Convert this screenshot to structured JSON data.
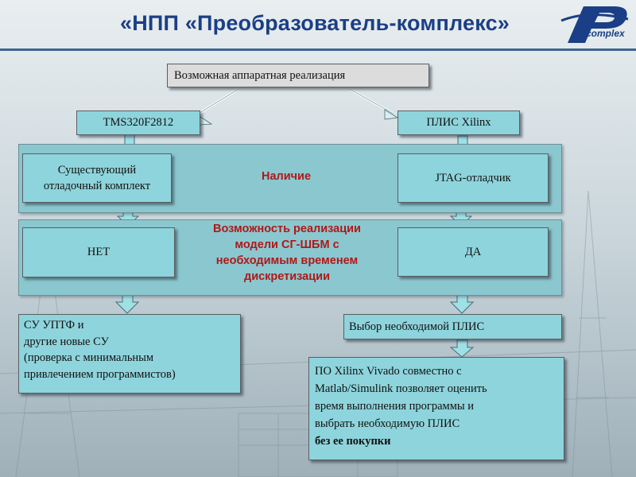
{
  "header": {
    "title": "«НПП «Преобразователь-комплекс»",
    "logo_text": "complex"
  },
  "diagram": {
    "top_box": "Возможная аппаратная реализация",
    "left_chip": "TMS320F2812",
    "right_chip": "ПЛИС Xilinx",
    "band1": {
      "label": "Наличие",
      "left": [
        "Существующий",
        "отладочный комплект"
      ],
      "right": "JTAG-отладчик"
    },
    "band2": {
      "label": [
        "Возможность реализации",
        "модели СГ-ШБМ с",
        "необходимым временем",
        "дискретизации"
      ],
      "left": "НЕТ",
      "right": "ДА"
    },
    "left_result": [
      "СУ УПТФ и",
      "другие новые СУ",
      "(проверка с минимальным",
      "привлечением программистов)"
    ],
    "right_select": "Выбор необходимой ПЛИС",
    "right_result": [
      "ПО Xilinx Vivado совместно с",
      "Matlab/Simulink позволяет оценить",
      "время выполнения программы и",
      "выбрать необходимую ПЛИС"
    ],
    "right_result_bold": "без ее покупки"
  },
  "colors": {
    "title": "#1b3f86",
    "box_teal": "#8ed4dc",
    "box_grey": "#dcdcdc",
    "band": "#8bc7cf",
    "emphasis": "#b01818"
  }
}
